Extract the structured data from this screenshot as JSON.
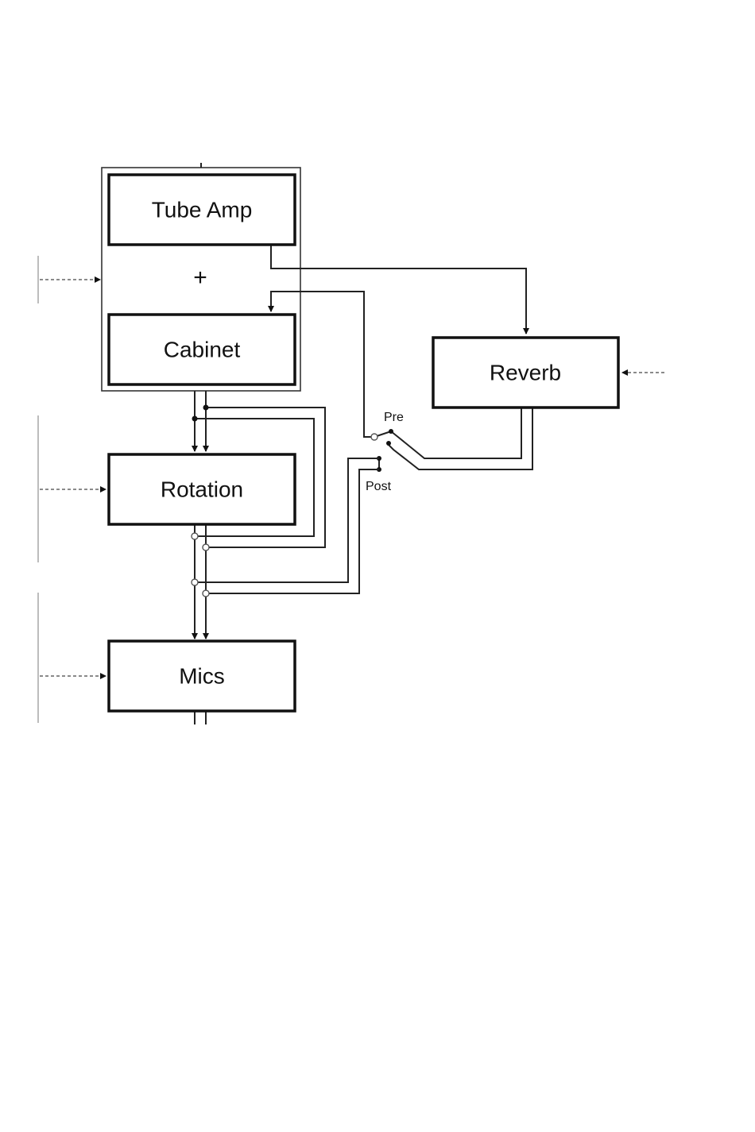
{
  "blocks": {
    "tube_amp": "Tube Amp",
    "cabinet": "Cabinet",
    "rotation": "Rotation",
    "mics": "Mics",
    "reverb": "Reverb"
  },
  "combine_symbol": "+",
  "switch": {
    "pre_label": "Pre",
    "post_label": "Post"
  }
}
